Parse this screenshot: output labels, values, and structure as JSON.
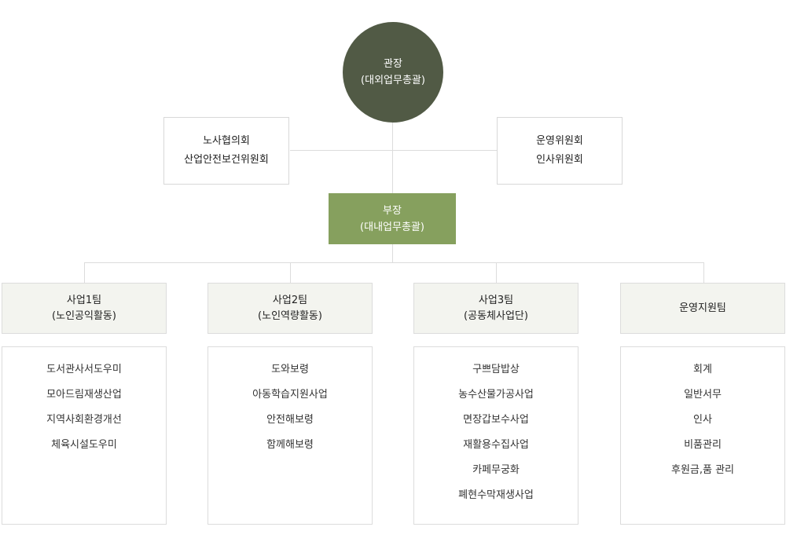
{
  "director": {
    "title": "관장",
    "subtitle": "(대외업무총괄)"
  },
  "committees_left": {
    "line1": "노사협의회",
    "line2": "산업안전보건위원회"
  },
  "committees_right": {
    "line1": "운영위원회",
    "line2": "인사위원회"
  },
  "deputy": {
    "title": "부장",
    "subtitle": "(대내업무총괄)"
  },
  "teams": [
    {
      "title": "사업1팀",
      "subtitle": "(노인공익활동)",
      "items": [
        "도서관사서도우미",
        "모아드림재생산업",
        "지역사회환경개선",
        "체육시설도우미"
      ]
    },
    {
      "title": "사업2팀",
      "subtitle": "(노인역량활동)",
      "items": [
        "도와보령",
        "아동학습지원사업",
        "안전해보령",
        "함께해보령"
      ]
    },
    {
      "title": "사업3팀",
      "subtitle": "(공동체사업단)",
      "items": [
        "구쁘담밥상",
        "농수산물가공사업",
        "면장갑보수사업",
        "재활용수집사업",
        "카페무궁화",
        "폐현수막재생사업"
      ]
    },
    {
      "title": "운영지원팀",
      "subtitle": "",
      "items": [
        "회계",
        "일반서무",
        "인사",
        "비품관리",
        "후원금,품 관리"
      ]
    }
  ],
  "colors": {
    "director": "#515a45",
    "deputy": "#86a05e",
    "team_header_bg": "#f3f4ef",
    "border": "#dcdcdc"
  }
}
